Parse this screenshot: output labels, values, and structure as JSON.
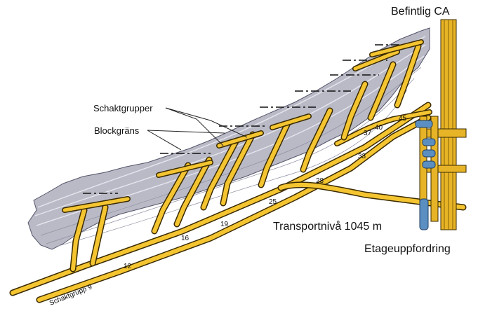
{
  "labels": {
    "befintlig_ca": "Befintlig CA",
    "schaktgrupper": "Schaktgrupper",
    "blockgrans": "Blockgräns",
    "transportniva": "Transportnivå 1045 m",
    "etageuppfordring": "Etageuppfordring",
    "schaktgrupp_9": "Schaktgrupp 9"
  },
  "group_numbers": [
    "12",
    "16",
    "19",
    "25",
    "28",
    "33",
    "37",
    "40",
    "45"
  ],
  "colors": {
    "tunnel_fill": "#f4c531",
    "tunnel_outline": "#3a2a00",
    "orebody": "#b9bac6",
    "hoist_blue": "#5b8fc2"
  }
}
